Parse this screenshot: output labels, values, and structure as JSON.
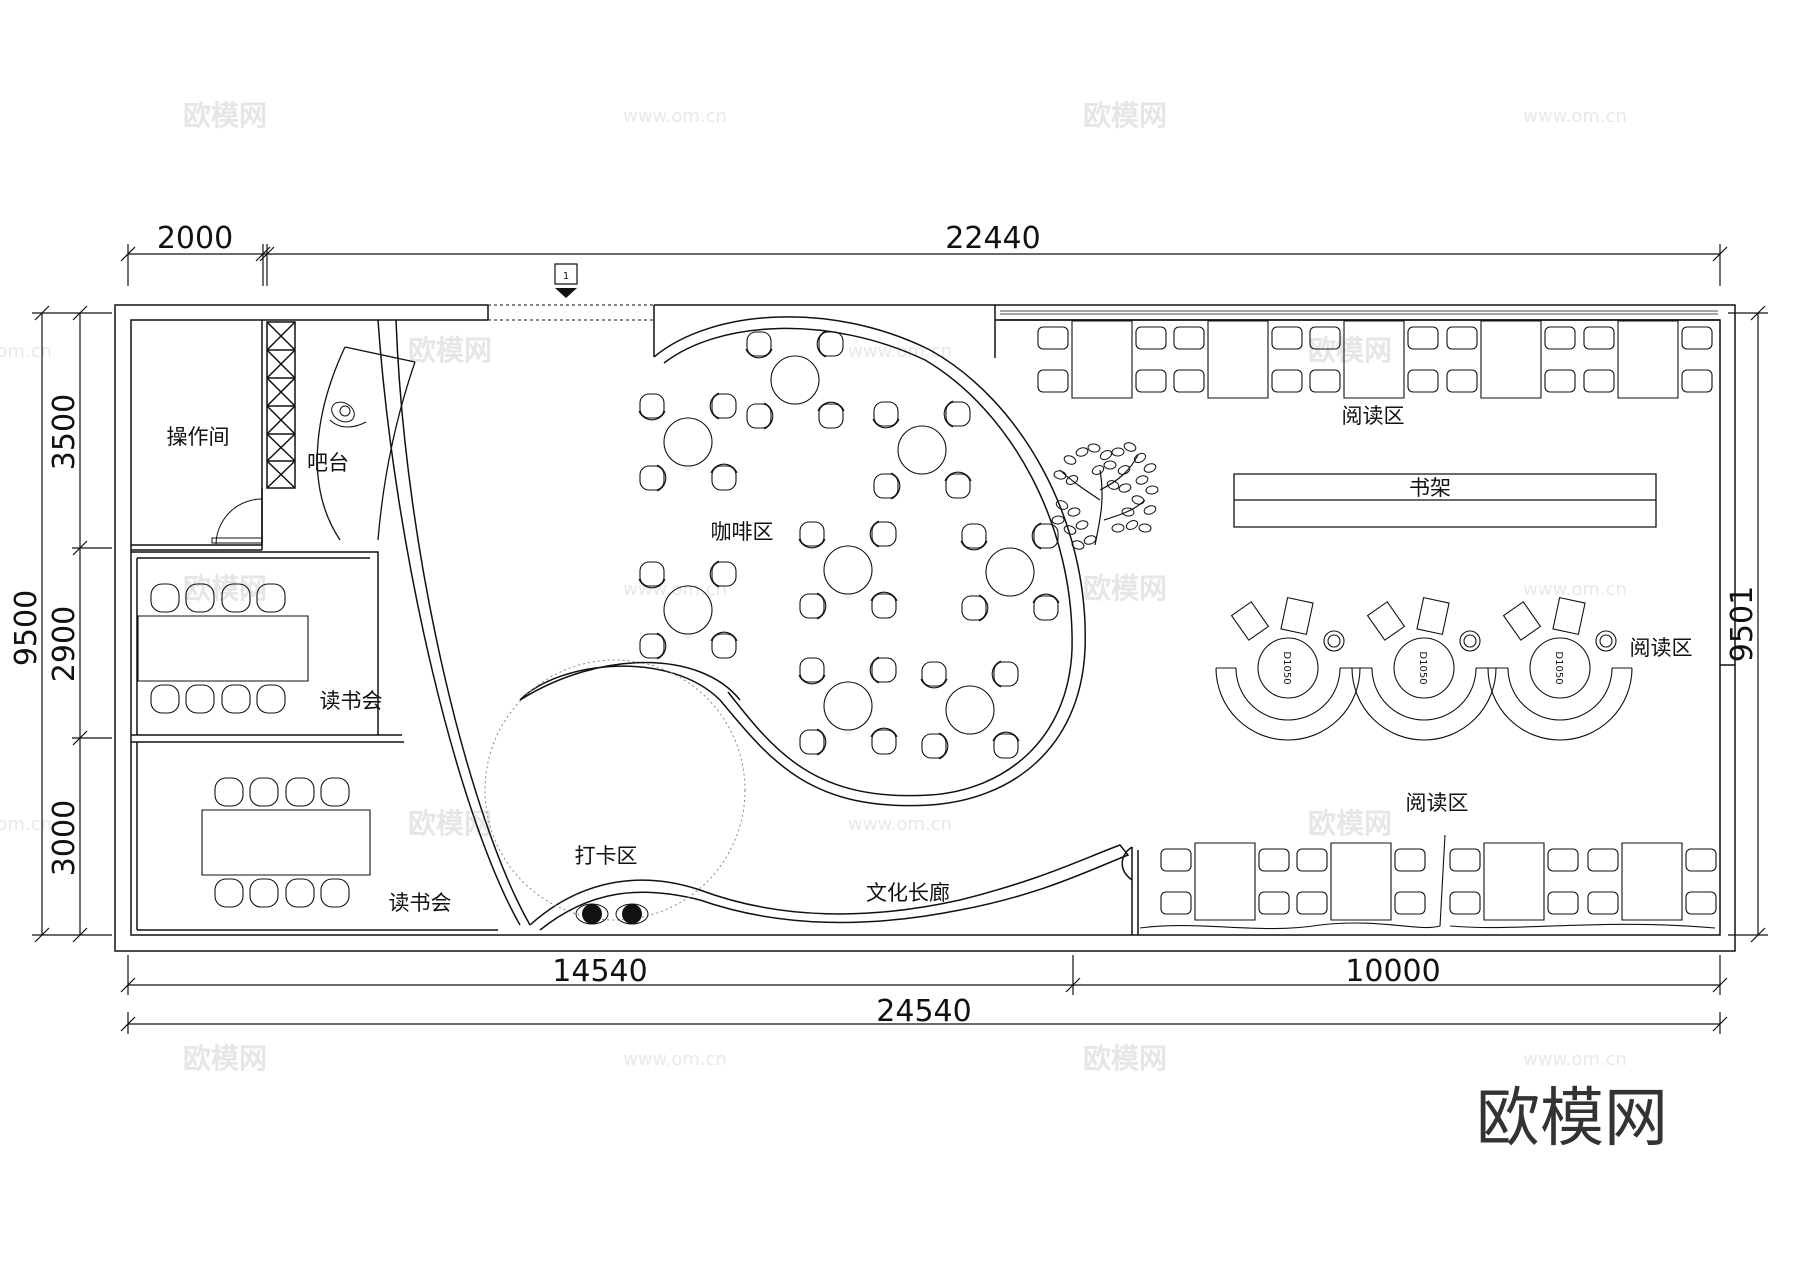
{
  "dimensions": {
    "top_left": "2000",
    "top_main": "22440",
    "left_total": "9500",
    "left_1": "3500",
    "left_2": "2900",
    "left_3": "3000",
    "right_total": "9501",
    "bottom_left": "14540",
    "bottom_right": "10000",
    "bottom_total": "24540"
  },
  "labels": {
    "operation_room": "操作间",
    "bar_counter": "吧台",
    "coffee_area": "咖啡区",
    "book_club_1": "读书会",
    "book_club_2": "读书会",
    "checkin_area": "打卡区",
    "culture_corridor": "文化长廊",
    "reading_area_top": "阅读区",
    "bookshelf": "书架",
    "reading_area_mid": "阅读区",
    "reading_area_bottom": "阅读区",
    "table_size": "D1050",
    "section_mark": "1"
  },
  "watermarks": {
    "brand": "欧模网",
    "url": "www.om.cn"
  }
}
